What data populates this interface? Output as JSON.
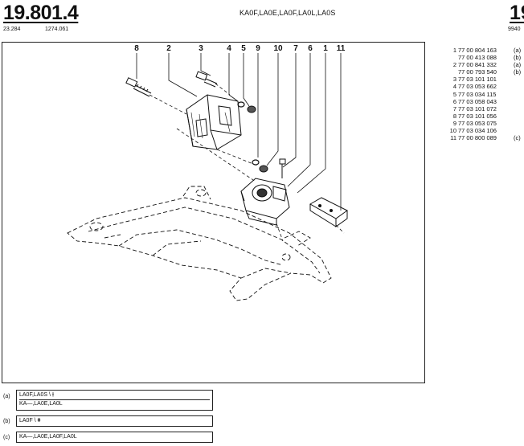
{
  "header": {
    "page_code": "19.801.4",
    "page_code_right": "19",
    "sub_left": "23.284",
    "sub_mid": "1274.061",
    "sub_right": "9940",
    "variants": "KA0F,LA0E,LA0F,LA0L,LA0S"
  },
  "callouts": [
    "8",
    "2",
    "3",
    "4",
    "5",
    "9",
    "10",
    "7",
    "6",
    "1",
    "11"
  ],
  "parts": [
    {
      "num": "1",
      "ref": "77 00 804 163",
      "note": "(a)"
    },
    {
      "num": "",
      "ref": "77 00 413 088",
      "note": "(b)"
    },
    {
      "num": "2",
      "ref": "77 00 841 332",
      "note": "(a)"
    },
    {
      "num": "",
      "ref": "77 00 793 540",
      "note": "(b)"
    },
    {
      "num": "3",
      "ref": "77 03 101 101",
      "note": ""
    },
    {
      "num": "4",
      "ref": "77 03 053 662",
      "note": ""
    },
    {
      "num": "5",
      "ref": "77 03 034 115",
      "note": ""
    },
    {
      "num": "6",
      "ref": "77 03 058 043",
      "note": ""
    },
    {
      "num": "7",
      "ref": "77 03 101 072",
      "note": ""
    },
    {
      "num": "8",
      "ref": "77 03 101 056",
      "note": ""
    },
    {
      "num": "9",
      "ref": "77 03 053 075",
      "note": ""
    },
    {
      "num": "10",
      "ref": "77 03 034 106",
      "note": ""
    },
    {
      "num": "11",
      "ref": "77 00 800 089",
      "note": "(c)"
    }
  ],
  "legend": [
    {
      "key": "(a)",
      "lines": [
        "LA0F,LA0S \\ ⫲",
        "KA—,LA0E,LA0L"
      ]
    },
    {
      "key": "(b)",
      "lines": [
        "LA0F \\ ⩩"
      ]
    },
    {
      "key": "(c)",
      "lines": [
        "KA—,LA0E,LA0F,LA0L"
      ]
    }
  ]
}
